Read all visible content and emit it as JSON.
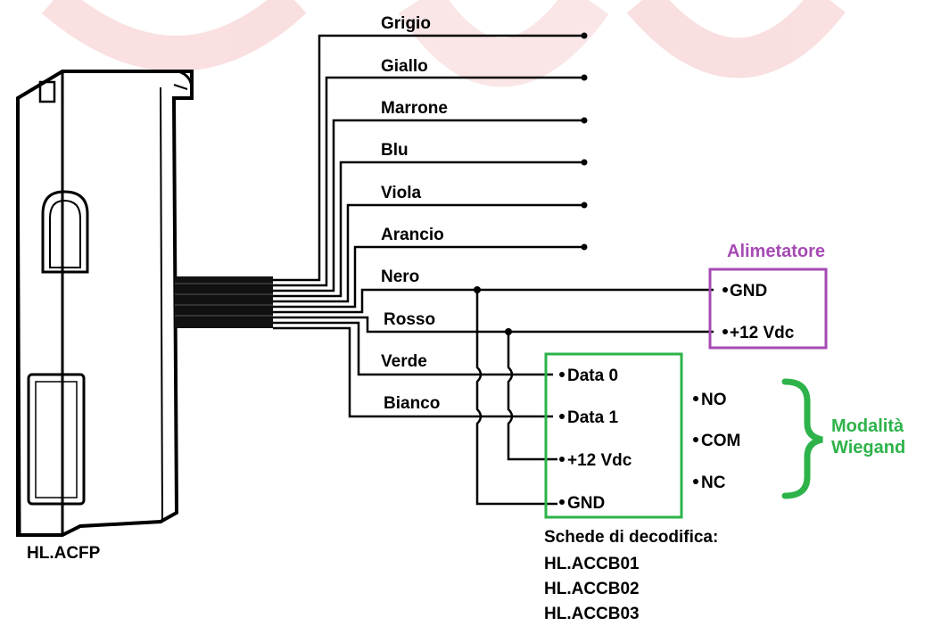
{
  "device": {
    "name": "HL.ACFP"
  },
  "wires": [
    {
      "color_name": "Grigio"
    },
    {
      "color_name": "Giallo"
    },
    {
      "color_name": "Marrone"
    },
    {
      "color_name": "Blu"
    },
    {
      "color_name": "Viola"
    },
    {
      "color_name": "Arancio"
    },
    {
      "color_name": "Nero"
    },
    {
      "color_name": "Rosso"
    },
    {
      "color_name": "Verde"
    },
    {
      "color_name": "Bianco"
    }
  ],
  "power_supply": {
    "title": "Alimetatore",
    "title_color": "#a64ab4",
    "border_color": "#a64ab4",
    "terminals": [
      "GND",
      "+12 Vdc"
    ]
  },
  "decoder_board": {
    "border_color": "#2db34a",
    "inputs": [
      "Data 0",
      "Data 1",
      "+12 Vdc",
      "GND"
    ],
    "outputs": [
      "NO",
      "COM",
      "NC"
    ],
    "caption": "Schede di decodifica:",
    "models": [
      "HL.ACCB01",
      "HL.ACCB02",
      "HL.ACCB03"
    ]
  },
  "wiegand": {
    "label_line1": "Modalità",
    "label_line2": "Wiegand",
    "color": "#2db34a"
  },
  "watermark_color": "#f7dcdc"
}
